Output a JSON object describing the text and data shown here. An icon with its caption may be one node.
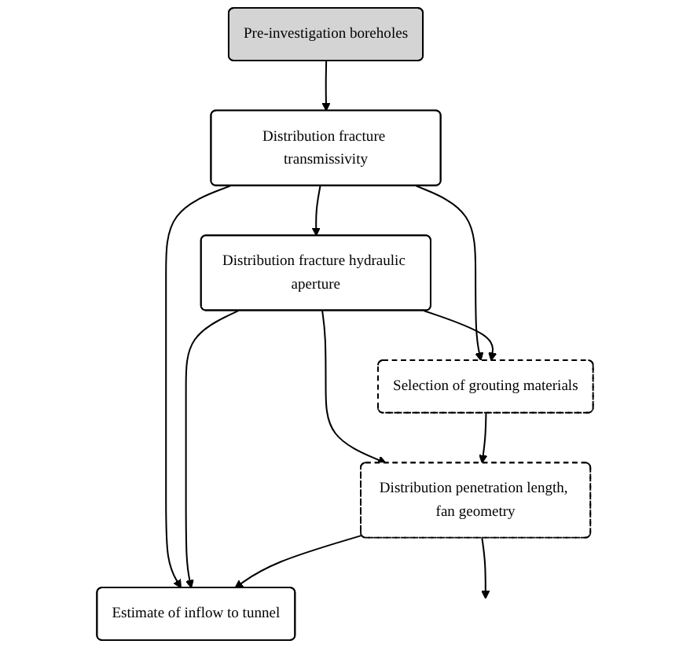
{
  "diagram": {
    "nodes": [
      {
        "text": [
          "Pre-investigation boreholes"
        ]
      },
      {
        "text": [
          "Distribution fracture transmissivity"
        ]
      },
      {
        "text": [
          "Selection of grouting materials"
        ]
      },
      {
        "text": [
          "Distribution fracture hydraulic aperture"
        ]
      },
      {
        "text": [
          "Distribution penetration length, fan geometry"
        ]
      },
      {
        "text": [
          "Estimate of inflow to tunnel"
        ]
      }
    ],
    "edges": [
      {
        "from": 0,
        "to": 1,
        "arrow": "to"
      },
      {
        "from": 1,
        "to": 2,
        "arrow": "to"
      },
      {
        "from": 1,
        "to": 3,
        "arrow": "to"
      },
      {
        "from": 1,
        "to": 5,
        "arrow": "to"
      },
      {
        "from": 3,
        "to": 2,
        "arrow": "to"
      },
      {
        "from": 3,
        "to": 5,
        "arrow": "to"
      },
      {
        "from": 3,
        "to": 4,
        "arrow": "to"
      },
      {
        "from": 2,
        "to": 4,
        "arrow": "to"
      },
      {
        "from": 4,
        "to": 5,
        "arrow": "to"
      },
      {
        "from": 4,
        "to": null,
        "arrow": "to"
      }
    ]
  }
}
